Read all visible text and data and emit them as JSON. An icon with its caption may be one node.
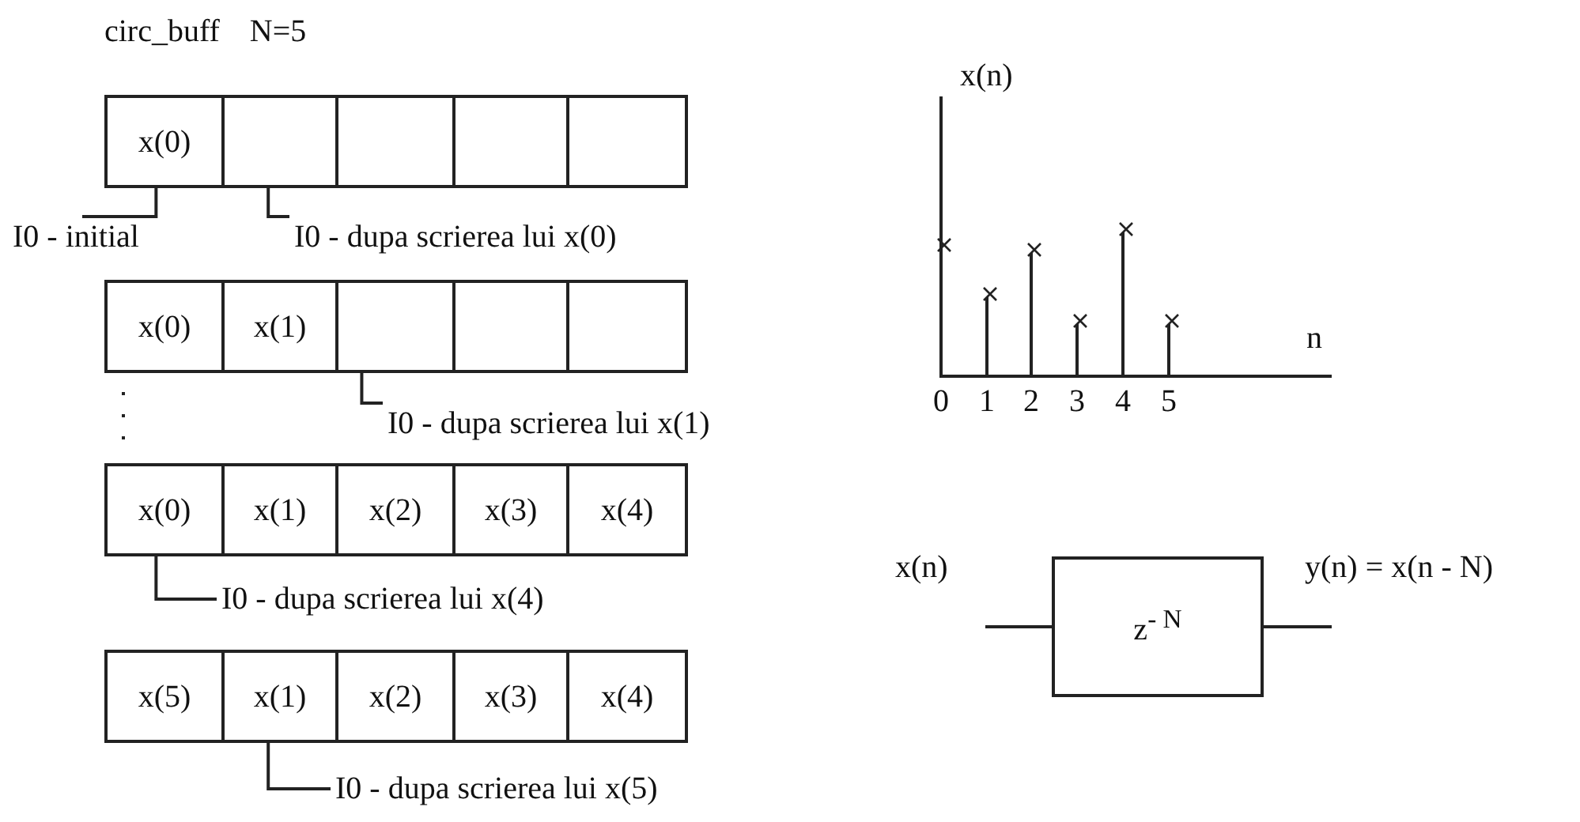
{
  "diagram": {
    "title": "circ_buff N=5",
    "nodes": [
      {
        "text": [
          "x(0)"
        ]
      },
      {
        "text": [],
        "shape": "box"
      },
      {
        "text": [],
        "shape": "box"
      },
      {
        "text": [],
        "shape": "box"
      },
      {
        "text": [],
        "shape": "box"
      },
      {
        "text": [
          "I0 - initial"
        ]
      },
      {
        "text": [
          "I0 - dupa scrierea lui x(0)"
        ]
      },
      {
        "text": [
          "x(0)"
        ]
      },
      {
        "text": [
          "x(1)"
        ]
      },
      {
        "text": [],
        "shape": "box"
      },
      {
        "text": [],
        "shape": "box"
      },
      {
        "text": [],
        "shape": "box"
      },
      {
        "text": [
          "I0 - dupa scrierea lui x(1)"
        ]
      },
      {
        "text": [
          "x(0)"
        ]
      },
      {
        "text": [
          "x(1)"
        ]
      },
      {
        "text": [
          "x(2)"
        ]
      },
      {
        "text": [
          "x(3)"
        ]
      },
      {
        "text": [
          "x(4)"
        ]
      },
      {
        "text": [
          "I0 - dupa scrierea lui x(4)"
        ]
      },
      {
        "text": [
          "x(5)"
        ]
      },
      {
        "text": [
          "x(1)"
        ]
      },
      {
        "text": [
          "x(2)"
        ]
      },
      {
        "text": [
          "x(3)"
        ]
      },
      {
        "text": [
          "x(4)"
        ]
      },
      {
        "text": [
          "I0 - dupa scrierea lui x(5)"
        ]
      },
      {
        "text": [
          "z$^{- N}$"
        ]
      }
    ],
    "edges": [
      {
        "from": 5,
        "to": 0,
        "arrow": "none"
      },
      {
        "from": 6,
        "to": 1,
        "arrow": "none"
      },
      {
        "from": 12,
        "to": 9,
        "arrow": "none"
      },
      {
        "from": 18,
        "to": 13,
        "arrow": "none"
      },
      {
        "from": 24,
        "to": 20,
        "arrow": "none"
      },
      {
        "from": null,
        "to": 25,
        "arrow": "none",
        "label": "x(n)"
      },
      {
        "from": 25,
        "to": null,
        "arrow": "none",
        "label": "y(n) = x(n - N)"
      }
    ],
    "labels": [
      "x(n)",
      "n",
      "0",
      "1",
      "2",
      "3",
      "4",
      "5"
    ]
  }
}
